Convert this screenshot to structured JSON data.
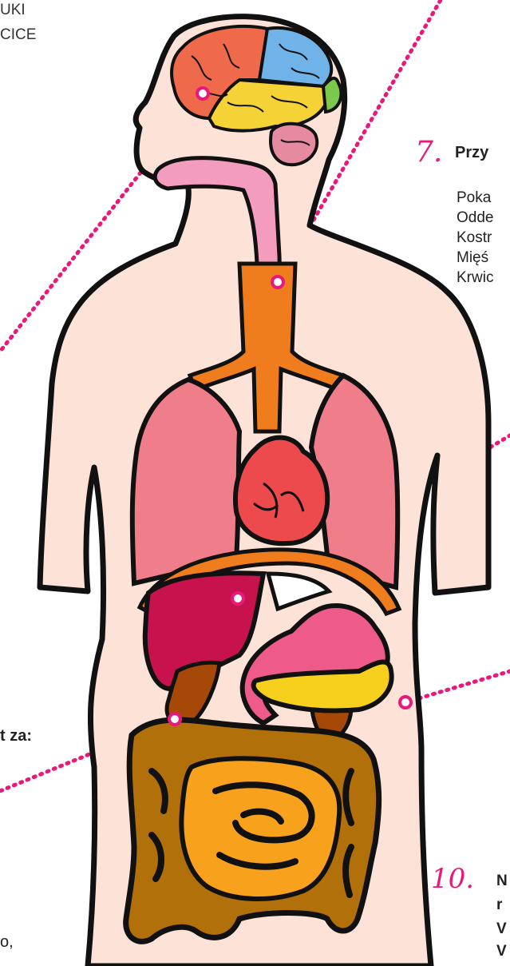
{
  "header": {
    "line1": "UKI",
    "line2": "CICE"
  },
  "step7": {
    "number": "7.",
    "title": "Przy"
  },
  "step7_list": [
    "Poka",
    "Odde",
    "Kostr",
    "Mięś",
    "Krwic"
  ],
  "left_fragments": {
    "za": "t za:",
    "bottom": "o,"
  },
  "step10": {
    "number": "10.",
    "line1": "N",
    "line2": "r",
    "line3": "V",
    "line4": "V"
  },
  "colors": {
    "skin": "#fde3d7",
    "outline": "#111111",
    "pointer": "#e8197a",
    "brain_frontal": "#ef6a4b",
    "brain_parietal": "#6fb3e8",
    "brain_temporal": "#f5d236",
    "brain_occipital": "#7cc84a",
    "cerebellum": "#e58aa1",
    "throat": "#f39cbd",
    "trachea": "#f07d1d",
    "lungs": "#f07e8a",
    "heart": "#ec4a4d",
    "diaphragm": "#f07d1d",
    "liver": "#c7124d",
    "stomach": "#ee5b8a",
    "pancreas": "#f7cf1d",
    "gallbladder": "#a64808",
    "large_intestine": "#b2700b",
    "small_intestine": "#f7a11d"
  }
}
